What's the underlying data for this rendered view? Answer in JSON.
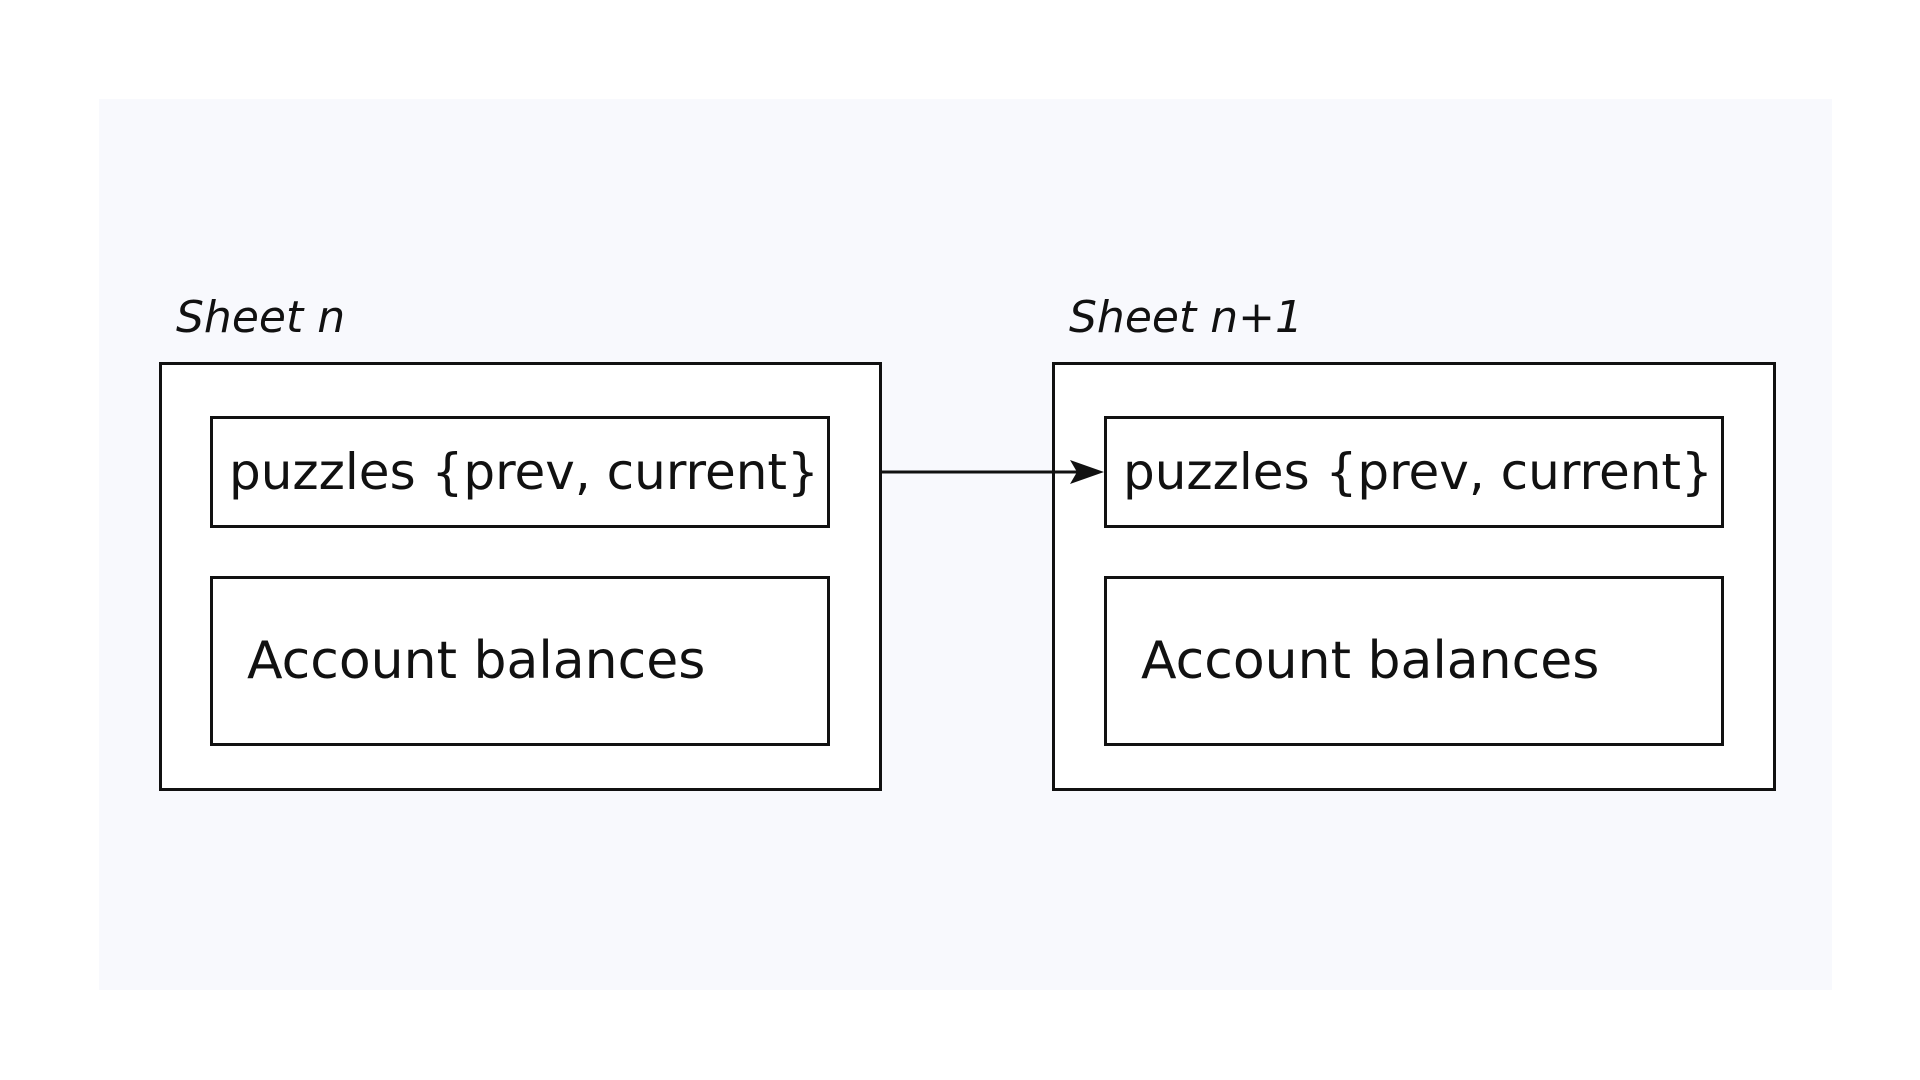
{
  "diagram": {
    "nodes": [
      {
        "id": "sheet-n",
        "label": "Sheet n",
        "children": [
          {
            "id": "puzzles-n",
            "label": "puzzles {prev, current}"
          },
          {
            "id": "balances-n",
            "label": "Account balances"
          }
        ]
      },
      {
        "id": "sheet-n1",
        "label": "Sheet n+1",
        "children": [
          {
            "id": "puzzles-n1",
            "label": "puzzles {prev, current}"
          },
          {
            "id": "balances-n1",
            "label": "Account balances"
          }
        ]
      }
    ],
    "edges": [
      {
        "from": "sheet-n",
        "to": "puzzles-n1"
      }
    ]
  },
  "colors": {
    "background": "#ffffff",
    "panel": "#f8f9fd",
    "stroke": "#111111"
  }
}
